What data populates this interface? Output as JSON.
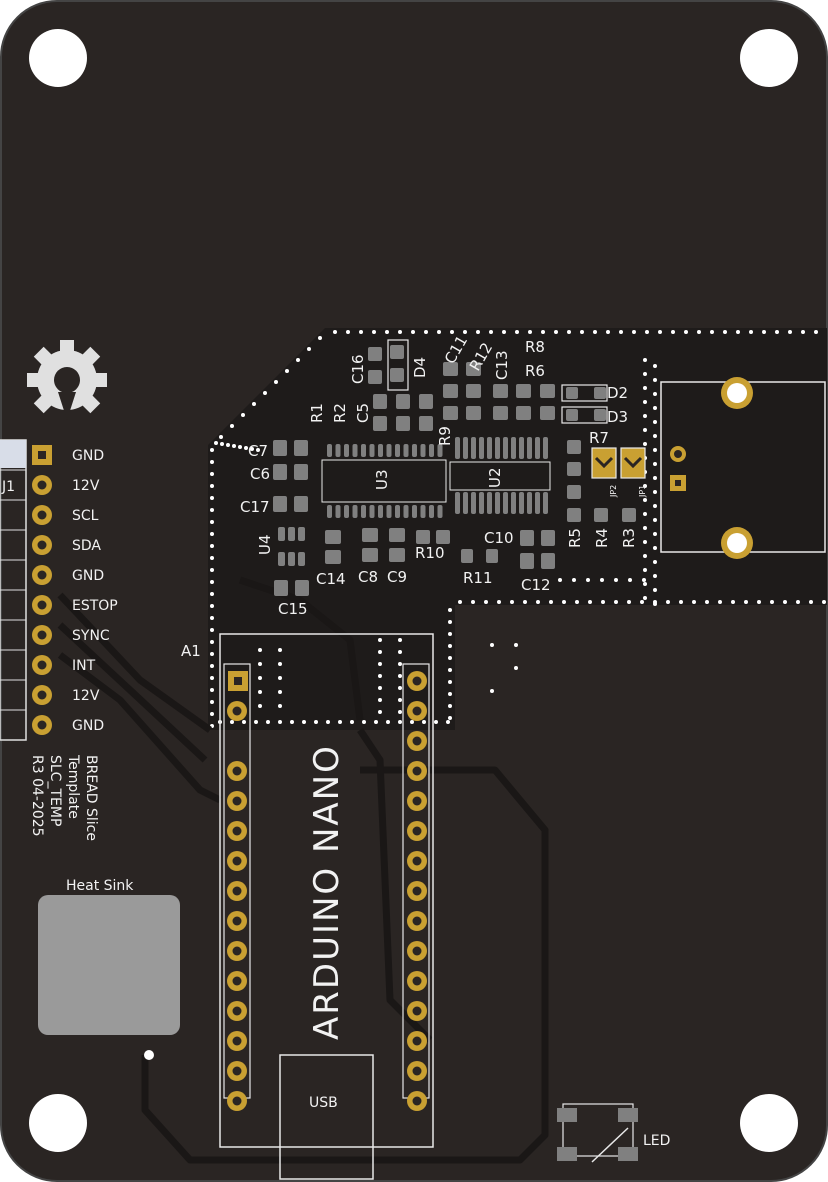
{
  "board": {
    "colors": {
      "board": "#2a2523",
      "pour": "#1e1b1a",
      "silk": "#f2f2f2",
      "gold": "#c9a032",
      "pad_grey": "#808080",
      "heatsink": "#9a9a9a"
    },
    "connector": {
      "ref": "J1",
      "pins": [
        "GND",
        "12V",
        "SCL",
        "SDA",
        "GND",
        "ESTOP",
        "SYNC",
        "INT",
        "12V",
        "GND"
      ]
    },
    "module": {
      "ref": "A1",
      "name": "ARDUINO NANO",
      "usb_label": "USB"
    },
    "board_text": [
      "BREAD Slice",
      "Template",
      "SLC_TEMP",
      "R3 04-2025"
    ],
    "heatsink_label": "Heat Sink",
    "led_label": "LED",
    "refs": {
      "C16": "C16",
      "D4": "D4",
      "C11": "C11",
      "R12": "R12",
      "C13": "C13",
      "R8": "R8",
      "R6": "R6",
      "D2": "D2",
      "D3": "D3",
      "R7": "R7",
      "R1": "R1",
      "R2": "R2",
      "C5": "C5",
      "R9": "R9",
      "C7": "C7",
      "C6": "C6",
      "C17": "C17",
      "U3": "U3",
      "U2": "U2",
      "U4": "U4",
      "C14": "C14",
      "C8": "C8",
      "C9": "C9",
      "R10": "R10",
      "C10": "C10",
      "R11": "R11",
      "C12": "C12",
      "C15": "C15",
      "R5": "R5",
      "R4": "R4",
      "R3": "R3",
      "JP2": "JP2",
      "JP1": "JP1"
    }
  }
}
